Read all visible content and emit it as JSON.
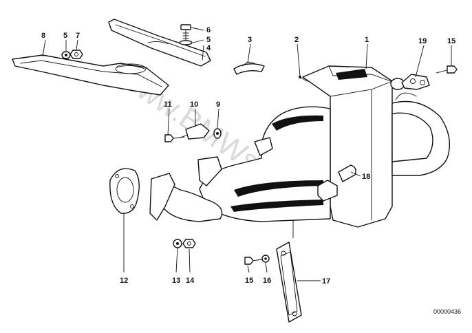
{
  "watermark": "www.BMWstore.pl",
  "document_number": "00000436",
  "callouts": {
    "c1": "1",
    "c2": "2",
    "c3": "3",
    "c4": "4",
    "c5a": "5",
    "c5b": "5",
    "c6": "6",
    "c7": "7",
    "c8": "8",
    "c9": "9",
    "c10": "10",
    "c11": "11",
    "c12": "12",
    "c13": "13",
    "c14": "14",
    "c15a": "15",
    "c15b": "15",
    "c16": "16",
    "c17": "17",
    "c18": "18",
    "c19": "19"
  }
}
